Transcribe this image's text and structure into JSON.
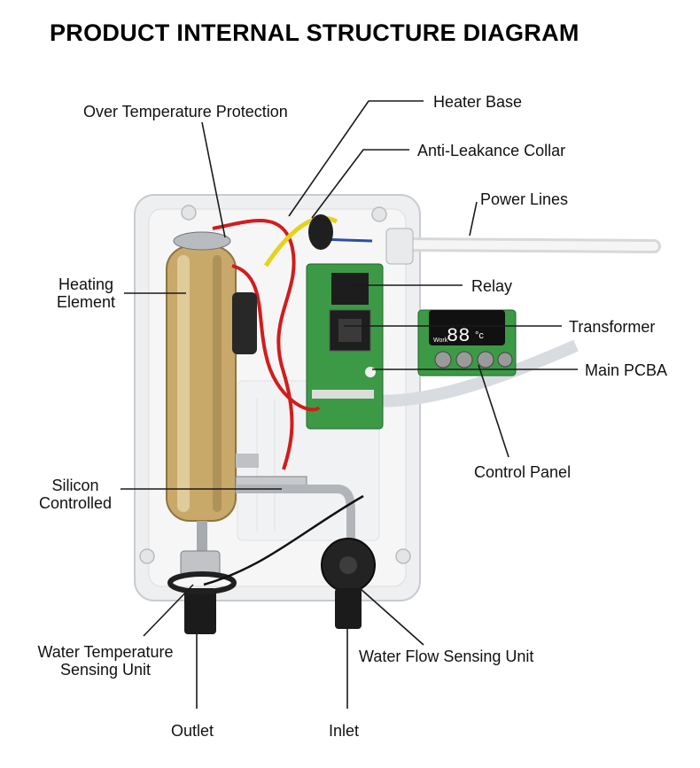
{
  "title": "PRODUCT INTERNAL STRUCTURE DIAGRAM",
  "labels": {
    "over_temperature_protection": "Over Temperature Protection",
    "heater_base": "Heater Base",
    "anti_leakance_collar": "Anti-Leakance Collar",
    "power_lines": "Power Lines",
    "heating_element_1": "Heating",
    "heating_element_2": "Element",
    "relay": "Relay",
    "transformer": "Transformer",
    "main_pcba": "Main PCBA",
    "control_panel": "Control Panel",
    "silicon_controlled_1": "Silicon",
    "silicon_controlled_2": "Controlled",
    "water_temperature_1": "Water Temperature",
    "water_temperature_2": "Sensing Unit",
    "water_flow_sensing_unit": "Water Flow Sensing Unit",
    "outlet": "Outlet",
    "inlet": "Inlet"
  },
  "panel_display": {
    "readout": "88",
    "unit": "°c",
    "mode": "Work"
  },
  "colors": {
    "housing": "#eeeff1",
    "pcb": "#3c9a46",
    "copper": "#c9a96a",
    "wire_red": "#d21c1c",
    "wire_yellow": "#e6d21a",
    "leader": "#1a1a1a"
  }
}
